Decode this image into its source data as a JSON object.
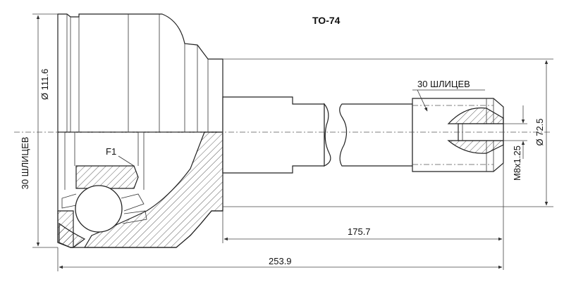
{
  "title": "TO-74",
  "labels": {
    "splines_shaft": "30 ШЛИЦЕВ",
    "splines_housing": "30 ШЛИЦЕВ",
    "diameter_housing": "Ø 111.6",
    "diameter_shaft": "Ø 72.5",
    "thread": "M8x1.25",
    "part_ref": "F1"
  },
  "dimensions": {
    "shaft_length": "175.7",
    "overall_length": "253.9"
  }
}
